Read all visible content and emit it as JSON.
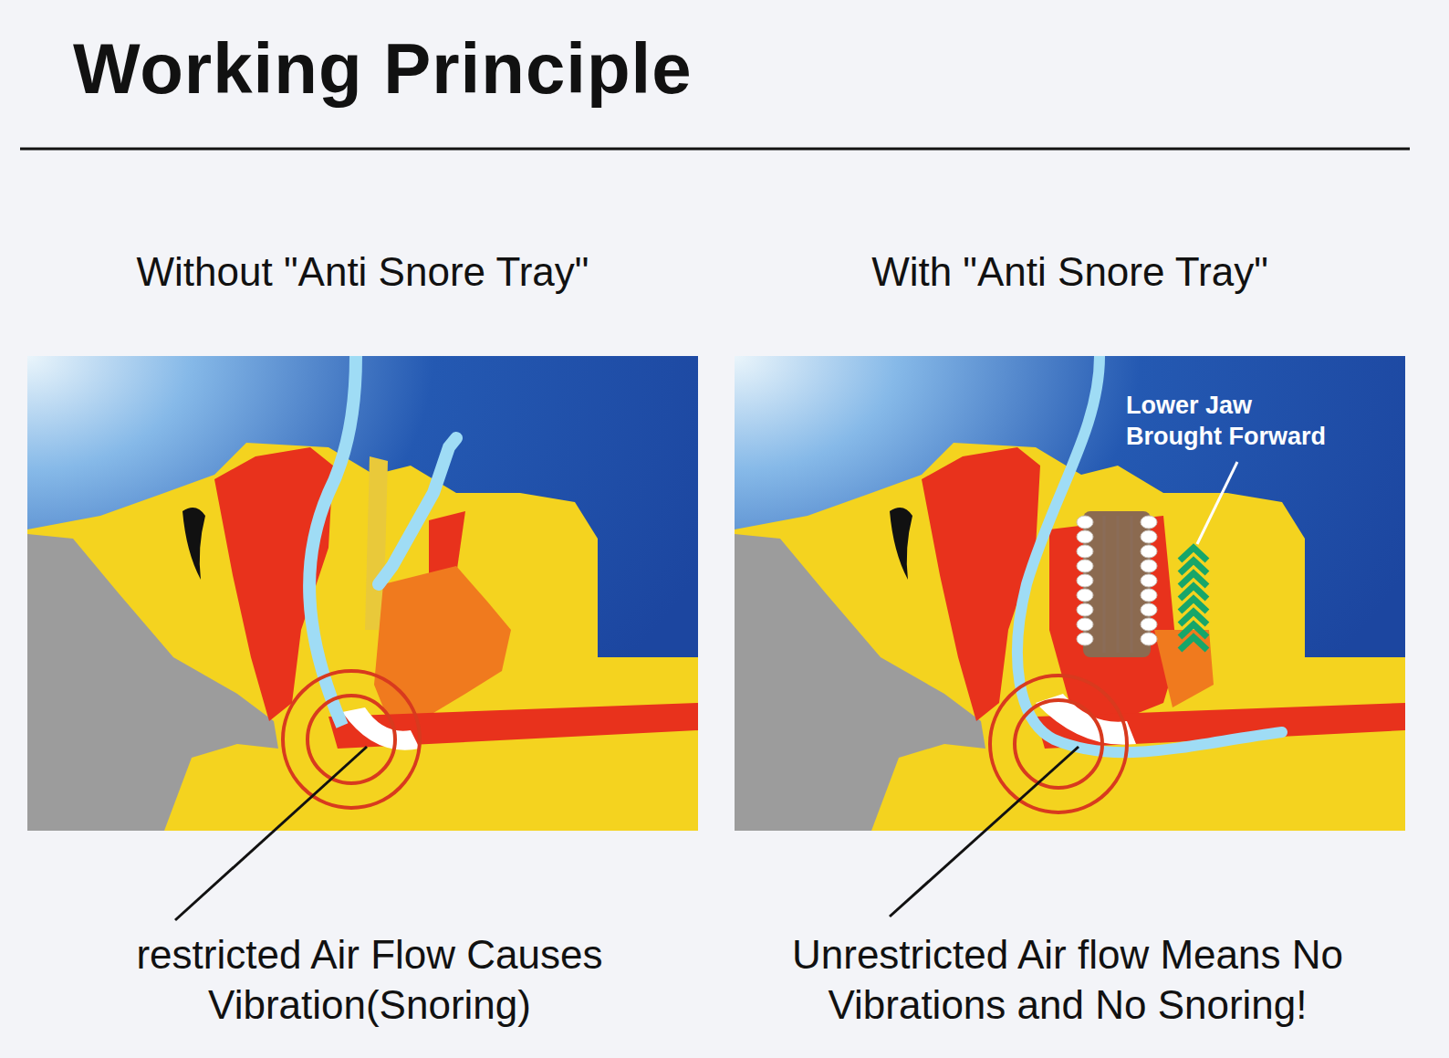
{
  "diagram": {
    "title": "Working Principle",
    "nodes": [
      {
        "text": [
          "Without \"Anti Snore Tray\""
        ]
      },
      {
        "text": [
          "With \"Anti Snore Tray\""
        ]
      }
    ],
    "labels": [
      "restricted Air Flow Causes Vibration(Snoring)",
      "Lower Jaw Brought Forward",
      "Unrestricted Air flow Means No Vibrations and No Snoring!"
    ]
  }
}
